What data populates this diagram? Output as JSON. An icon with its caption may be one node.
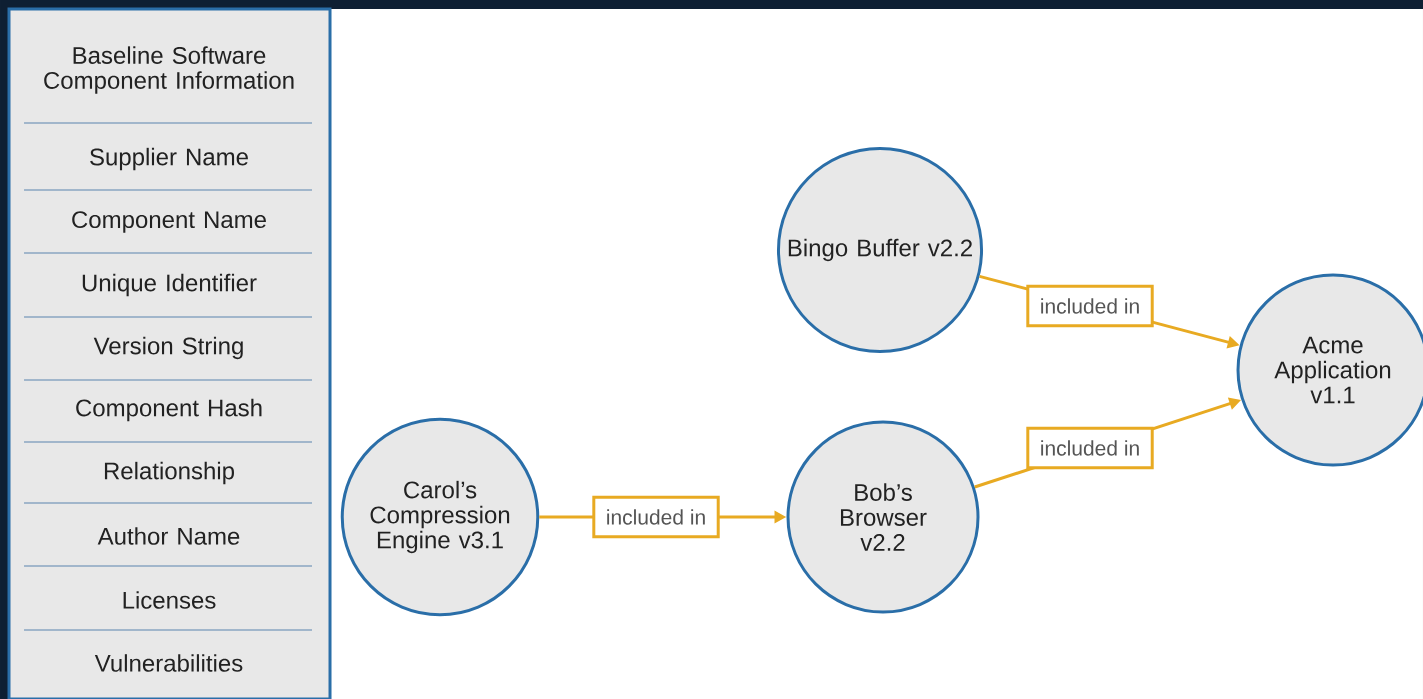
{
  "diagram": {
    "nodes": [
      {
        "text": [
          "Baseline Software Component Information"
        ]
      },
      {
        "text": [
          "Supplier Name"
        ],
        "in": 0
      },
      {
        "text": [
          "Component Name"
        ],
        "in": 0
      },
      {
        "text": [
          "Unique Identifier"
        ],
        "in": 0
      },
      {
        "text": [
          "Version String"
        ],
        "in": 0
      },
      {
        "text": [
          "Component Hash"
        ],
        "in": 0
      },
      {
        "text": [
          "Relationship"
        ],
        "in": 0
      },
      {
        "text": [
          "Author Name"
        ],
        "in": 0
      },
      {
        "text": [
          "Licenses"
        ],
        "in": 0
      },
      {
        "text": [
          "Vulnerabilities"
        ],
        "in": 0
      },
      {
        "text": [
          "Bingo Buffer v2.2"
        ]
      },
      {
        "text": [
          "Acme Application v1.1"
        ]
      },
      {
        "text": [
          "Carol’s Compression Engine v3.1"
        ]
      },
      {
        "text": [
          "Bob’s Browser v2.2"
        ]
      }
    ],
    "edges": [
      {
        "from": 10,
        "to": 11,
        "arrow": "to",
        "label": "included in"
      },
      {
        "from": 13,
        "to": 11,
        "arrow": "to",
        "label": "included in"
      },
      {
        "from": 12,
        "to": 13,
        "arrow": "to",
        "label": "included in"
      }
    ]
  }
}
